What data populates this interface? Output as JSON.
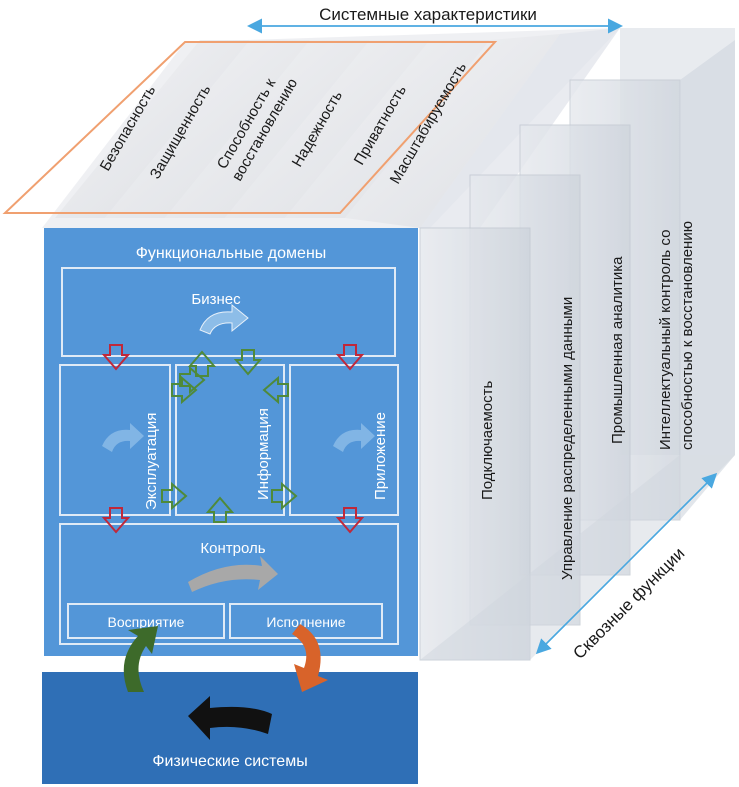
{
  "diagram": {
    "top_arrow_label": "Системные характеристики",
    "side_arrow_label": "Сквозные функции",
    "characteristics": [
      "Безопасность",
      "Защищенность",
      "Способность к",
      "восстановлению",
      "Надежность",
      "Приватность",
      "Масштабируемость"
    ],
    "crosscutting_functions": [
      "Подключаемость",
      "Управление распределенными данными",
      "Промышленная аналитика",
      "Интеллектуальный контроль со",
      "способностью к восстановлению"
    ],
    "functional_domains": {
      "title": "Функциональные домены",
      "business": "Бизнес",
      "operations": "Эксплуатация",
      "information": "Информация",
      "application": "Приложение",
      "control": "Контроль",
      "sensing": "Восприятие",
      "actuation": "Исполнение"
    },
    "physical_systems": "Физические системы",
    "colors": {
      "domain_blue": "#4a90d6",
      "physical_blue": "#2f6fb6",
      "arrow_cyan": "#4aa8e0",
      "red_arrow": "#c0283a",
      "green_arrow": "#4f8a3a",
      "orange_arrow": "#d8632a",
      "dark_green_arrow": "#3d6a2a",
      "slab_outline": "#f0a070"
    }
  }
}
